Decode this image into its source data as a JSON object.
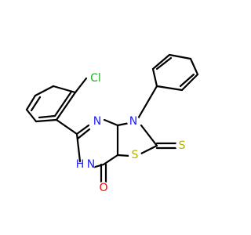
{
  "molecule": {
    "labels": {
      "cl": "Cl",
      "n_imine": "N",
      "n_thiazole": "N",
      "nh": "N",
      "h": "H",
      "s_ring": "S",
      "s_thione": "S",
      "o": "O"
    }
  },
  "colors": {
    "bond": "#000000",
    "chlorine": "#1fb21f",
    "nitrogen": "#2020ff",
    "sulfur": "#b2b200",
    "oxygen": "#ff0000"
  }
}
